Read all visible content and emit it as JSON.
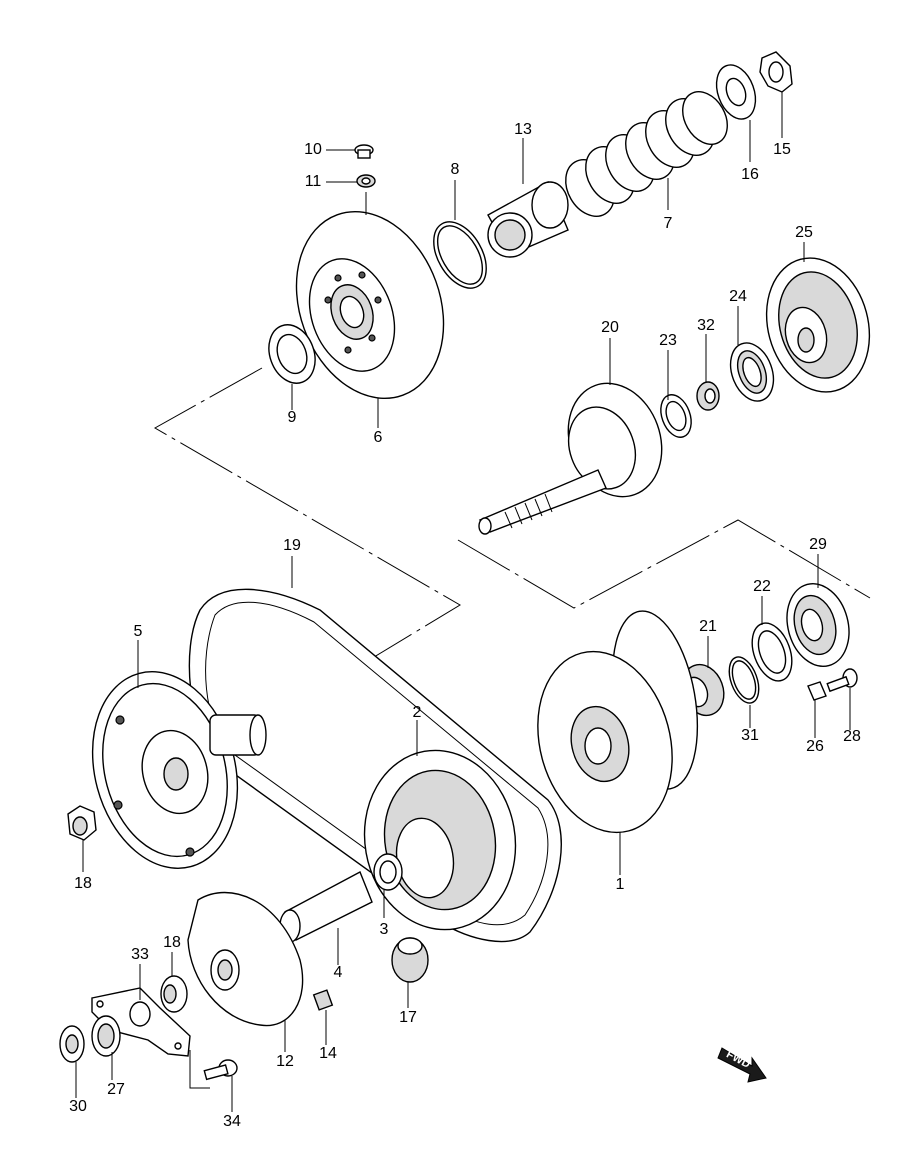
{
  "labels": {
    "p1": "1",
    "p2": "2",
    "p3": "3",
    "p4": "4",
    "p5": "5",
    "p6": "6",
    "p7": "7",
    "p8": "8",
    "p9": "9",
    "p10": "10",
    "p11": "11",
    "p12": "12",
    "p13": "13",
    "p14": "14",
    "p15": "15",
    "p16": "16",
    "p17": "17",
    "p18a": "18",
    "p18b": "18",
    "p19": "19",
    "p20": "20",
    "p21": "21",
    "p22": "22",
    "p23": "23",
    "p24": "24",
    "p25": "25",
    "p26": "26",
    "p27": "27",
    "p28": "28",
    "p29": "29",
    "p30": "30",
    "p31": "31",
    "p32": "32",
    "p33": "33",
    "p34": "34"
  },
  "fwd_arrow": {
    "text": "FWD"
  }
}
